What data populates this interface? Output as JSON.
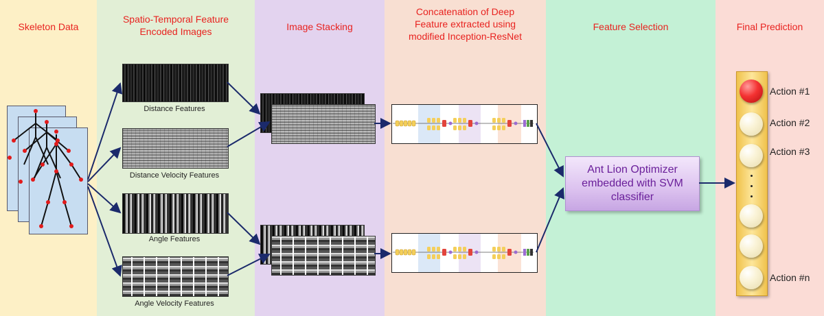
{
  "panels": [
    {
      "title": "Skeleton Data",
      "color": "#fdf0c6"
    },
    {
      "title": "Spatio-Temporal Feature Encoded Images",
      "color": "#e2efd6"
    },
    {
      "title": "Image Stacking",
      "color": "#e3d3ef"
    },
    {
      "title": "Concatenation of Deep Feature extracted using modified Inception-ResNet",
      "color": "#f8dfd2"
    },
    {
      "title": "Feature Selection",
      "color": "#c4f1d6"
    },
    {
      "title": "Final Prediction",
      "color": "#fbdcd6"
    }
  ],
  "features": [
    "Distance Features",
    "Distance Velocity Features",
    "Angle Features",
    "Angle Velocity Features"
  ],
  "optimizer": {
    "line1": "Ant Lion Optimizer",
    "line2": "embedded with SVM",
    "line3": "classifier"
  },
  "actions": [
    "Action #1",
    "Action #2",
    "Action #3",
    "Action #n"
  ],
  "colors": {
    "title": "#e8221f",
    "arrow": "#1b2a6b",
    "optimizer_text": "#6a1f9a",
    "active_action": "#f43232"
  }
}
